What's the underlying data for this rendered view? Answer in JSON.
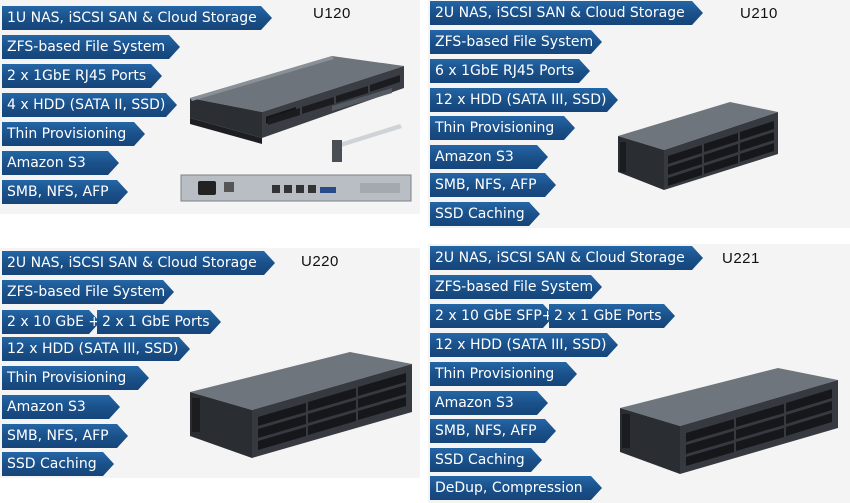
{
  "panels": [
    {
      "model": "U120",
      "features": [
        "1U NAS, iSCSI SAN & Cloud Storage",
        "ZFS-based File System",
        "2 x 1GbE RJ45 Ports",
        "4 x HDD (SATA II, SSD)",
        "Thin Provisioning",
        "Amazon S3",
        "SMB, NFS, AFP"
      ]
    },
    {
      "model": "U210",
      "features": [
        "2U NAS, iSCSI SAN & Cloud Storage",
        "ZFS-based File System",
        "6 x 1GbE RJ45 Ports",
        "12 x HDD (SATA III, SSD)",
        "Thin Provisioning",
        "Amazon S3",
        "SMB, NFS, AFP",
        "SSD Caching"
      ]
    },
    {
      "model": "U220",
      "features": [
        "2U NAS, iSCSI SAN & Cloud Storage",
        "ZFS-based File System",
        "2 x 10 GbE +",
        "2 x 1 GbE Ports",
        "12 x HDD (SATA III, SSD)",
        "Thin Provisioning",
        "Amazon S3",
        "SMB, NFS, AFP",
        "SSD Caching"
      ]
    },
    {
      "model": "U221",
      "features": [
        "2U NAS, iSCSI SAN & Cloud Storage",
        "ZFS-based File System",
        "2 x 10 GbE SFP+",
        "2 x 1 GbE Ports",
        "12 x HDD (SATA III, SSD)",
        "Thin Provisioning",
        "Amazon S3",
        "SMB, NFS, AFP",
        "SSD Caching",
        "DeDup, Compression"
      ]
    }
  ],
  "colors": {
    "tag": "#1a4f88",
    "panel": "#f4f4f4",
    "chassis": "#33363b"
  }
}
